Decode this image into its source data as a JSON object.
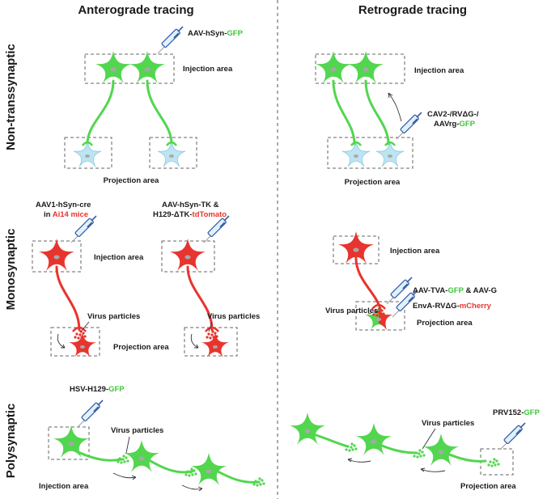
{
  "headers": {
    "anterograde": "Anterograde tracing",
    "retrograde": "Retrograde tracing"
  },
  "rows": {
    "non": "Non-transsynaptic",
    "mono": "Monosynaptic",
    "poly": "Polysynaptic"
  },
  "p1": {
    "virus_a": "AAV-hSyn-",
    "virus_b": "GFP",
    "injection": "Injection area",
    "projection": "Projection area"
  },
  "p2": {
    "virus_l1": "CAV2-/RVΔG-/",
    "virus_l2a": "AAVrg-",
    "virus_l2b": "GFP",
    "injection": "Injection area",
    "projection": "Projection area"
  },
  "p3": {
    "virus1_l1": "AAV1-hSyn-cre",
    "virus1_l2a": "in ",
    "virus1_l2b": "Ai14 mice",
    "virus2_l1": "AAV-hSyn-TK &",
    "virus2_l2a": "H129-ΔTK-",
    "virus2_l2b": "tdTomato",
    "injection": "Injection area",
    "virus_particles": "Virus particles",
    "projection": "Projection area"
  },
  "p4": {
    "injection": "Injection area",
    "v1a": "AAV-TVA-",
    "v1b": "GFP",
    "v1c": " & AAV-G",
    "v2a": "EnvA-RVΔG-",
    "v2b": "mCherry",
    "virus_particles": "Virus particles",
    "projection": "Projection area"
  },
  "p5": {
    "virus_a": "HSV-H129-",
    "virus_b": "GFP",
    "virus_particles": "Virus particles",
    "injection": "Injection area"
  },
  "p6": {
    "virus_a": "PRV152-",
    "virus_b": "GFP",
    "virus_particles": "Virus particles",
    "projection": "Projection area"
  },
  "colors": {
    "green": "#52d64f",
    "red": "#e8342e",
    "blue": "#bde4f2",
    "text": "#1a1a1a"
  },
  "icons": [
    "syringe-icon",
    "neuron-icon",
    "virus-particle-icon",
    "arrow-icon"
  ]
}
